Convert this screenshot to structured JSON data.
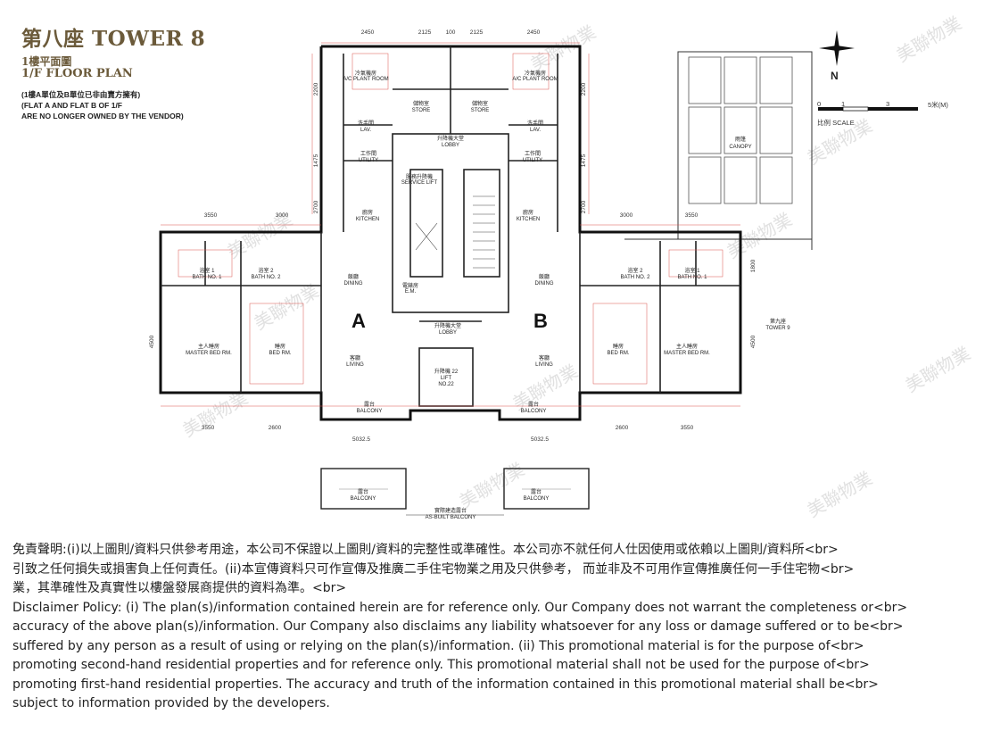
{
  "header": {
    "title": "第八座 TOWER 8",
    "subtitle_cn": "1樓平面圖",
    "subtitle_en": "1/F FLOOR PLAN",
    "note_cn": "(1樓A單位及B單位已非由賣方擁有)",
    "note_en_1": "(FLAT A AND FLAT B OF 1/F",
    "note_en_2": "ARE NO LONGER OWNED BY THE VENDOR)"
  },
  "compass": {
    "label": "N"
  },
  "scale": {
    "ticks": [
      "0",
      "1",
      "3",
      "5米(M)"
    ],
    "label": "比例 SCALE"
  },
  "units": {
    "a": "A",
    "b": "B"
  },
  "rooms": {
    "canopy_cn": "雨篷",
    "canopy_en": "CANOPY",
    "store_cn": "儲物室",
    "store_en": "STORE",
    "lobby_cn": "升降機大堂",
    "lobby_en": "LOBBY",
    "lav_cn": "洗手間",
    "lav_en": "LAV.",
    "utility_cn": "工作間",
    "utility_en": "UTILITY",
    "kitchen_cn": "廚房",
    "kitchen_en": "KITCHEN",
    "dining_cn": "飯廳",
    "dining_en": "DINING",
    "living_cn": "客廳",
    "living_en": "LIVING",
    "bath1_cn": "浴室 1",
    "bath1_en": "BATH NO. 1",
    "bath2_cn": "浴室 2",
    "bath2_en": "BATH NO. 2",
    "master_cn": "主人睡房",
    "master_en": "MASTER BED RM.",
    "bed_cn": "睡房",
    "bed_en": "BED RM.",
    "balcony_cn": "露台",
    "balcony_en": "BALCONY",
    "lift_cn": "升降機 22",
    "lift_en": "LIFT",
    "lift_no": "NO.22",
    "ac_cn": "冷氣機房",
    "ac_en": "A/C PLANT ROOM",
    "tower9_cn": "第九座",
    "tower9_en": "TOWER 9",
    "asbuilt_cn": "實際建造露台",
    "asbuilt_en": "AS-BUILT BALCONY",
    "service_cn": "服務升降機",
    "service_en": "SERVICE LIFT",
    "em_cn": "電錶房",
    "em_en": "E.M."
  },
  "dimensions": {
    "top_2450": "2450",
    "top_2125": "2125",
    "top_100": "100",
    "side_3550": "3550",
    "side_3000": "3000",
    "side_2600": "2600",
    "side_5032": "5032.5",
    "side_4500": "4500",
    "side_1800": "1800",
    "side_2200": "2200",
    "side_1475": "1475",
    "side_2700": "2700"
  },
  "watermark": "美聯物業",
  "disclaimer": {
    "cn_1": "免責聲明:(i)以上圖則/資料只供參考用途，本公司不保證以上圖則/資料的完整性或準確性。本公司亦不就任何人仕因使用或依賴以上圖則/資料所<br>",
    "cn_2": "引致之任何損失或損害負上任何責任。(ii)本宣傳資料只可作宣傳及推廣二手住宅物業之用及只供參考， 而並非及不可用作宣傳推廣任何一手住宅物<br>",
    "cn_3": "業，其準確性及真實性以樓盤發展商提供的資料為準。<br>",
    "en_1": "Disclaimer Policy: (i) The plan(s)/information contained herein are for reference only. Our Company does not warrant the completeness or<br>",
    "en_2": "accuracy of the above plan(s)/information. Our Company also disclaims any liability whatsoever for any loss or damage suffered or to be<br>",
    "en_3": "suffered by any person as a result of using or relying on the plan(s)/information. (ii) This promotional material is for the purpose of<br>",
    "en_4": "promoting second-hand residential properties and for reference only. This promotional material shall not be used for the purpose of<br>",
    "en_5": "promoting first-hand residential properties. The accuracy and truth of the information contained in this promotional material shall be<br>",
    "en_6": "subject to information provided by the developers."
  }
}
